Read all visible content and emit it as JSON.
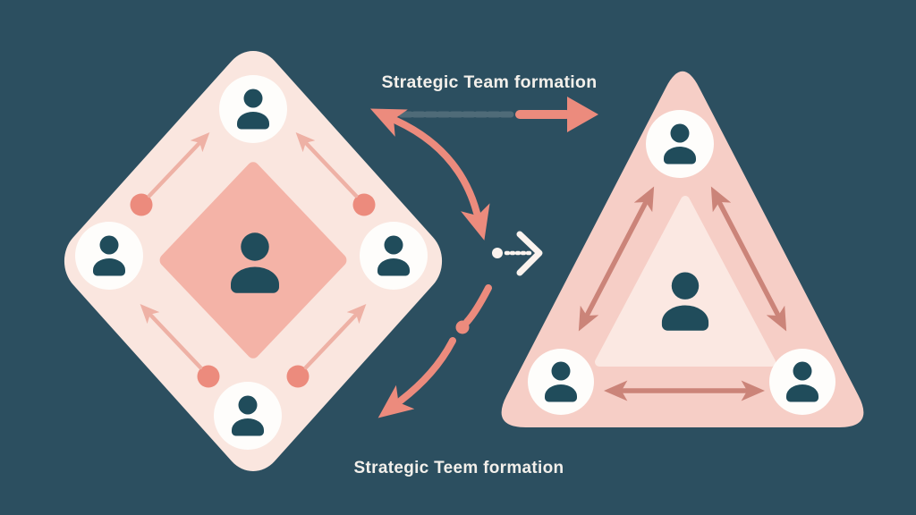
{
  "labels": {
    "top": "Strategic Team formation",
    "bottom": "Strategic Teem formation"
  },
  "colors": {
    "background": "#2c4f60",
    "shape_light": "#fae6df",
    "shape_mid": "#f4b3a7",
    "triangle": "#f6cec6",
    "triangle_inner": "#fbe8e2",
    "node": "#fefdfb",
    "ink": "#204c5b",
    "salmon": "#ec8b7d",
    "salmon_light": "#eeb1a5",
    "salmon_dark": "#cb8479",
    "line_gray": "#4f6b78",
    "white_arrow": "#fbf3ee",
    "text": "#f3f0eb"
  },
  "icons": {
    "member": "person-silhouette-icon",
    "flow": "arrow-right-chevron-icon",
    "exchange": "double-headed-arrow-icon"
  },
  "diamond_team": {
    "member_count": 5,
    "shape": "diamond"
  },
  "triangle_team": {
    "member_count": 4,
    "shape": "triangle"
  }
}
